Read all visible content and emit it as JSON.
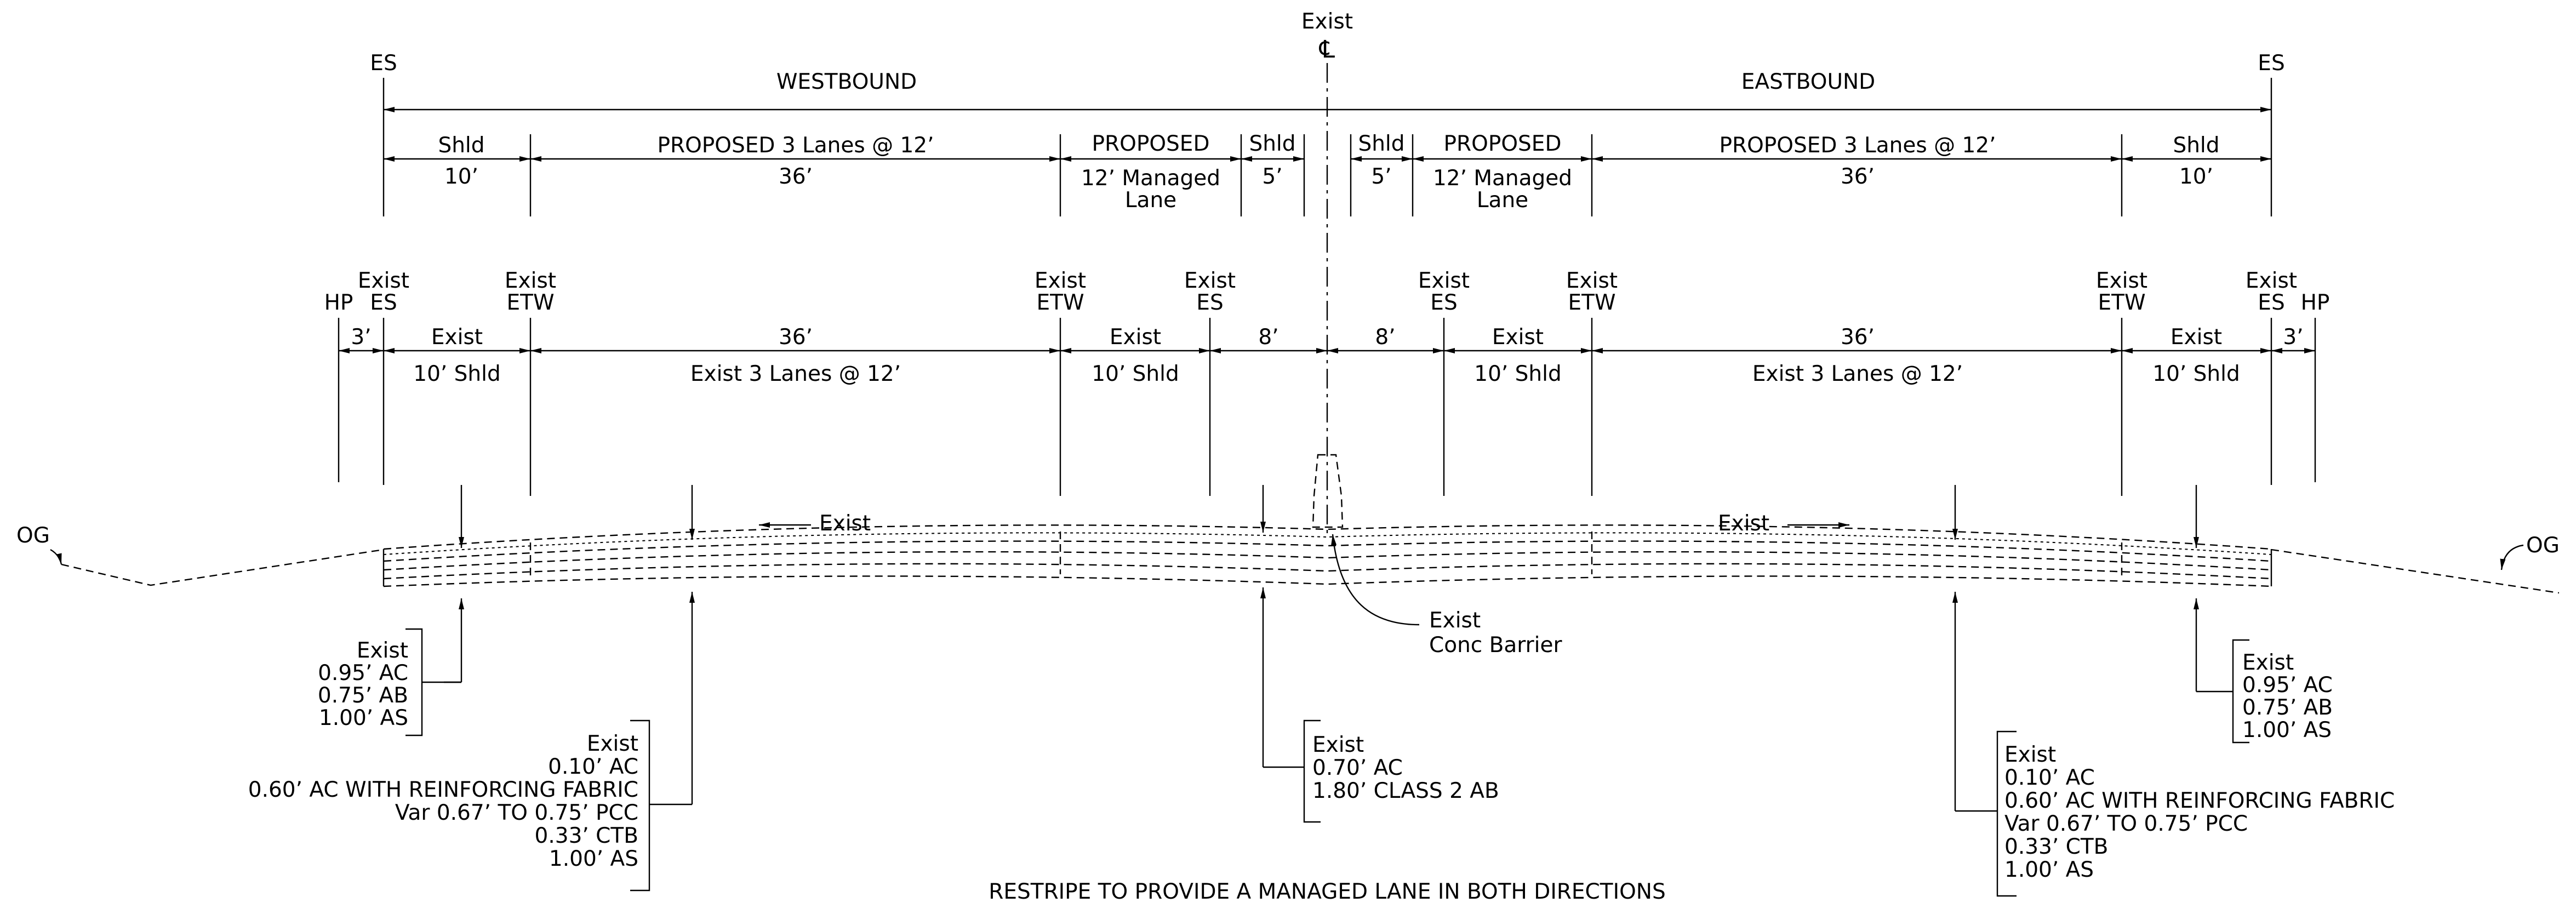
{
  "centerline": {
    "top": "Exist",
    "symbol": "℄"
  },
  "proposed": {
    "es_left": "ES",
    "es_right": "ES",
    "westbound": "WESTBOUND",
    "eastbound": "EASTBOUND",
    "wb": {
      "shld_label": "Shld",
      "shld_dim": "10’",
      "lanes_label": "PROPOSED 3 Lanes @ 12’",
      "lanes_dim": "36’",
      "managed_label": "PROPOSED",
      "managed_dim_1": "12’ Managed",
      "managed_dim_2": "Lane",
      "inner_shld_label": "Shld",
      "inner_shld_dim": "5’"
    },
    "eb": {
      "inner_shld_label": "Shld",
      "inner_shld_dim": "5’",
      "managed_label": "PROPOSED",
      "managed_dim_1": "12’ Managed",
      "managed_dim_2": "Lane",
      "lanes_label": "PROPOSED 3 Lanes @ 12’",
      "lanes_dim": "36’",
      "shld_label": "Shld",
      "shld_dim": "10’"
    }
  },
  "existing": {
    "labels": {
      "hp": "HP",
      "exist": "Exist",
      "es": "ES",
      "etw": "ETW"
    },
    "wb": {
      "hp_dim": "3’",
      "shld_top": "Exist",
      "shld_bottom": "10’ Shld",
      "lanes_top": "36’",
      "lanes_bottom": "Exist 3 Lanes @ 12’",
      "inner_top": "Exist",
      "inner_bottom": "10’ Shld",
      "median_dim": "8’"
    },
    "eb": {
      "median_dim": "8’",
      "inner_top": "Exist",
      "inner_bottom": "10’ Shld",
      "lanes_top": "36’",
      "lanes_bottom": "Exist 3 Lanes @ 12’",
      "shld_top": "Exist",
      "shld_bottom": "10’ Shld",
      "hp_dim": "3’"
    }
  },
  "section": {
    "og_left": "OG",
    "og_right": "OG",
    "wb_direction": "Exist",
    "eb_direction": "Exist",
    "barrier": [
      "Exist",
      "Conc Barrier"
    ]
  },
  "callouts": {
    "wb_shoulder": [
      "Exist",
      "0.95’ AC",
      "0.75’ AB",
      "1.00’ AS"
    ],
    "wb_lanes": [
      "Exist",
      "0.10’ AC",
      "0.60’ AC WITH REINFORCING FABRIC",
      "Var 0.67’ TO 0.75’ PCC",
      "0.33’ CTB",
      "1.00’ AS"
    ],
    "median": [
      "Exist",
      "0.70’ AC",
      "1.80’ CLASS 2 AB"
    ],
    "eb_lanes": [
      "Exist",
      "0.10’ AC",
      "0.60’ AC WITH REINFORCING FABRIC",
      "Var 0.67’ TO 0.75’ PCC",
      "0.33’ CTB",
      "1.00’ AS"
    ],
    "eb_shoulder": [
      "Exist",
      "0.95’ AC",
      "0.75’ AB",
      "1.00’ AS"
    ]
  },
  "note": "RESTRIPE TO PROVIDE A MANAGED LANE IN BOTH DIRECTIONS"
}
